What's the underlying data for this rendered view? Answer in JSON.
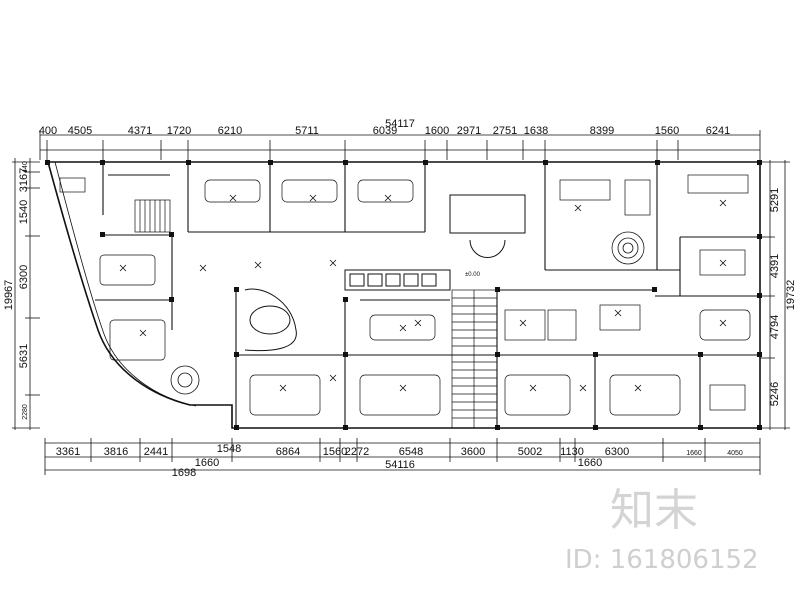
{
  "dimensions": {
    "top_total": "54117",
    "top": [
      "400",
      "4505",
      "4371",
      "1720",
      "6210",
      "5711",
      "6039",
      "1600",
      "2971",
      "2751",
      "1638",
      "8399",
      "1560",
      "6241"
    ],
    "bottom_top_row": [
      "3361",
      "3816",
      "2441",
      "1548",
      "6864",
      "1560",
      "2272",
      "6548",
      "3600",
      "5002",
      "1130",
      "6300",
      "1660",
      "4050"
    ],
    "bottom_total": "54116",
    "bottom_extra": [
      "1660",
      "1698",
      "1660"
    ],
    "left": [
      "440",
      "3167",
      "1540",
      "6300",
      "19967",
      "5631",
      "2280"
    ],
    "right": [
      "5291",
      "4391",
      "19732",
      "4794",
      "5246"
    ]
  },
  "level_mark": "±0.00",
  "watermark": {
    "logo": "知末",
    "id": "ID: 161806152"
  }
}
